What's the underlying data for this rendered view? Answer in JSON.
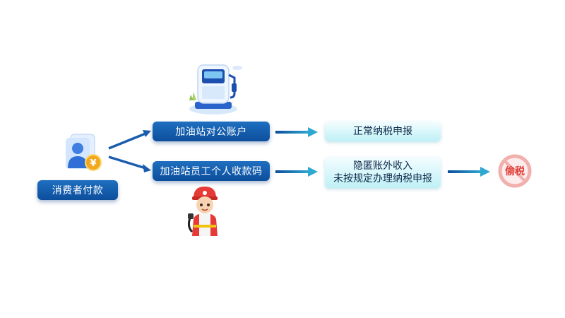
{
  "consumer": {
    "label": "消费者付款",
    "icon": "user-yuan-card-icon"
  },
  "station_account": {
    "label": "加油站对公账户",
    "icon": "fuel-pump-icon"
  },
  "employee_code": {
    "label": "加油站员工个人收款码",
    "icon": "gas-attendant-icon"
  },
  "normal_report": {
    "label": "正常纳税申报"
  },
  "hidden_income": {
    "line1": "隐匿账外收入",
    "line2": "未按规定办理纳税申报"
  },
  "tax_evasion": {
    "label": "偷税",
    "icon": "prohibited-sign-icon"
  },
  "colors": {
    "dark_blue": "#0c4e9c",
    "light_cyan": "#bff0f6",
    "warning_red": "#e0403a"
  }
}
